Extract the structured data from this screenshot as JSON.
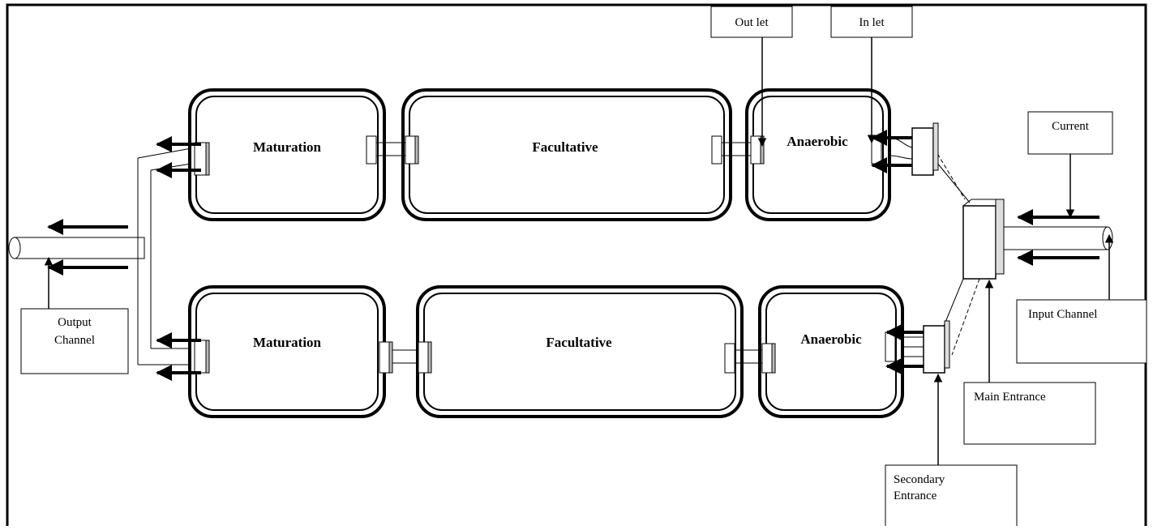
{
  "ponds": {
    "top_maturation": "Maturation",
    "top_facultative": "Facultative",
    "top_anaerobic": "Anaerobic",
    "bottom_maturation": "Maturation",
    "bottom_facultative": "Facultative",
    "bottom_anaerobic": "Anaerobic"
  },
  "labels": {
    "outlet": "Out let",
    "inlet": "In let",
    "current": "Current",
    "input_channel": "Input Channel",
    "main_entrance": "Main Entrance",
    "secondary_entrance_line1": "Secondary",
    "secondary_entrance_line2": "Entrance",
    "output_channel_line1": "Output",
    "output_channel_line2": "Channel"
  }
}
